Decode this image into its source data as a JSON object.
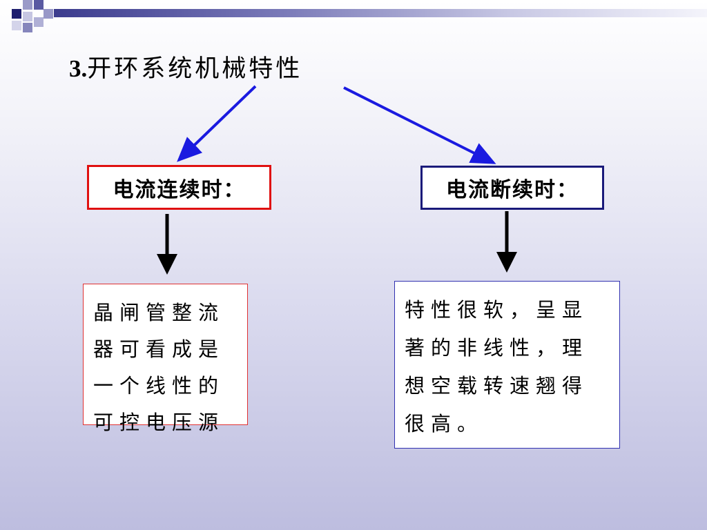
{
  "slide": {
    "title_number": "3.",
    "title_text": "开环系统机械特性",
    "left_branch": {
      "label": "电流连续时：",
      "description_lines": [
        "晶闸管整流",
        "器可看成是",
        "一个线性的",
        "可控电压源"
      ]
    },
    "right_branch": {
      "label": "电流断续时：",
      "description_lines": [
        "特性很软，呈显",
        "著的非线性，理",
        "想空载转速翘得",
        "很高。"
      ]
    }
  },
  "colors": {
    "left_border": "#e01010",
    "right_border": "#1a1a7a",
    "arrow_blue": "#1a1ae0",
    "arrow_black": "#000000"
  }
}
